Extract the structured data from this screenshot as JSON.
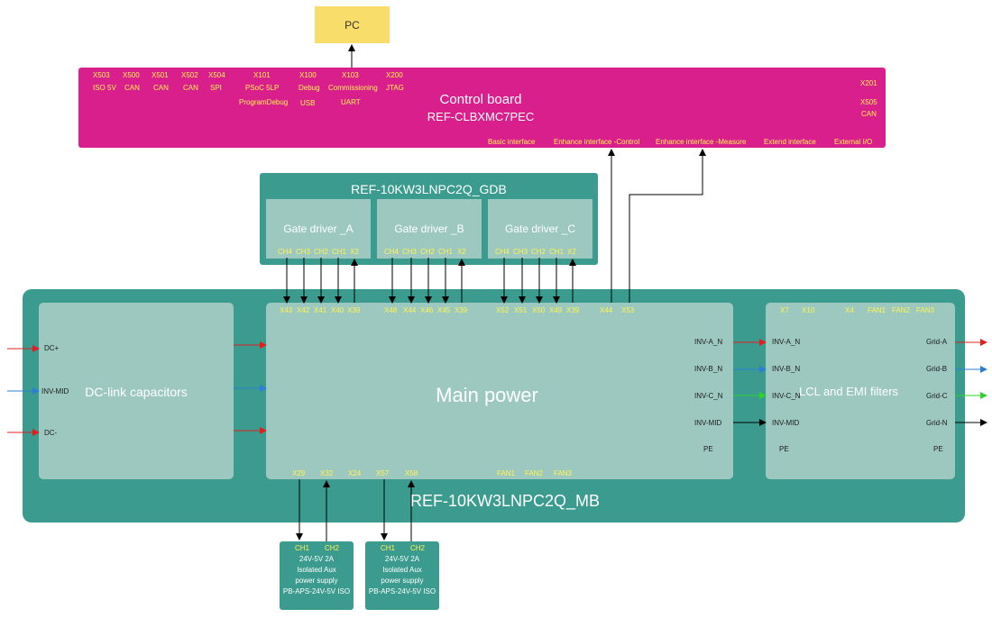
{
  "colors": {
    "pc": "#f9dd6b",
    "control": "#d91f8c",
    "teal": "#3a9b8e",
    "inner": "#9dc8c0",
    "red": "#e02020",
    "blue": "#2b7fd6",
    "green": "#2ed12e",
    "black": "#000000",
    "yellow_text": "#fff44f"
  },
  "pc": {
    "label": "PC"
  },
  "control_board": {
    "title": "Control board",
    "subtitle": "REF-CLBXMC7PEC",
    "connectors": [
      {
        "id": "X503",
        "l1": "ISO 5V",
        "l2": ""
      },
      {
        "id": "X500",
        "l1": "CAN",
        "l2": ""
      },
      {
        "id": "X501",
        "l1": "CAN",
        "l2": ""
      },
      {
        "id": "X502",
        "l1": "CAN",
        "l2": ""
      },
      {
        "id": "X504",
        "l1": "SPI",
        "l2": ""
      },
      {
        "id": "X101",
        "l1": "PSoC 5LP",
        "l2": "ProgramDebug"
      },
      {
        "id": "X100",
        "l1": "Debug",
        "l2": "USB"
      },
      {
        "id": "X103",
        "l1": "Commissioning",
        "l2": "UART"
      },
      {
        "id": "X200",
        "l1": "JTAG",
        "l2": ""
      }
    ],
    "right": [
      "X201",
      "X505",
      "CAN"
    ],
    "interfaces": [
      "Basic interface",
      "Enhance interface -Control",
      "Enhance interface -Measure",
      "Extend interface",
      "External I/O"
    ]
  },
  "gdb": {
    "title": "REF-10KW3LNPC2Q_GDB",
    "drivers": [
      {
        "label": "Gate driver _A",
        "pins": [
          "CH4",
          "CH3",
          "CH2",
          "CH1",
          "X2"
        ]
      },
      {
        "label": "Gate driver _B",
        "pins": [
          "CH4",
          "CH3",
          "CH2",
          "CH1",
          "X2"
        ]
      },
      {
        "label": "Gate driver _C",
        "pins": [
          "CH4",
          "CH3",
          "CH2",
          "CH1",
          "X2"
        ]
      }
    ]
  },
  "mb": {
    "title": "REF-10KW3LNPC2Q_MB",
    "dclink": {
      "label": "DC-link capacitors",
      "inputs": [
        "DC+",
        "INV-MID",
        "DC-"
      ]
    },
    "main_power": {
      "label": "Main power",
      "top_pins": [
        "X43",
        "X42",
        "X41",
        "X40",
        "X39",
        "X48",
        "X44",
        "X46",
        "X45",
        "X39",
        "X52",
        "X51",
        "X50",
        "X49",
        "X39",
        "X44",
        "X53"
      ],
      "right_pins": [
        "INV-A_N",
        "INV-B_N",
        "INV-C_N",
        "INV-MID",
        "PE"
      ],
      "bottom_pins": [
        "X29",
        "X32",
        "X24",
        "X57",
        "X58",
        "FAN1",
        "FAN2",
        "FAN3"
      ]
    },
    "filters": {
      "label": "LCL and EMI filters",
      "top_pins": [
        "X7",
        "X10",
        "X4",
        "FAN1",
        "FAN2",
        "FAN3"
      ],
      "left_pins": [
        "INV-A_N",
        "INV-B_N",
        "INV-C_N",
        "INV-MID",
        "PE"
      ],
      "right_pins": [
        "Grid-A",
        "Grid-B",
        "Grid-C",
        "Grid-N",
        "PE"
      ]
    }
  },
  "aux_supplies": [
    {
      "ch1": "CH1",
      "ch2": "CH2",
      "lines": [
        "24V-5V 2A",
        "Isolated Aux",
        "power supply",
        "PB-APS-24V-5V ISO"
      ]
    },
    {
      "ch1": "CH1",
      "ch2": "CH2",
      "lines": [
        "24V-5V 2A",
        "Isolated Aux",
        "power supply",
        "PB-APS-24V-5V ISO"
      ]
    }
  ]
}
